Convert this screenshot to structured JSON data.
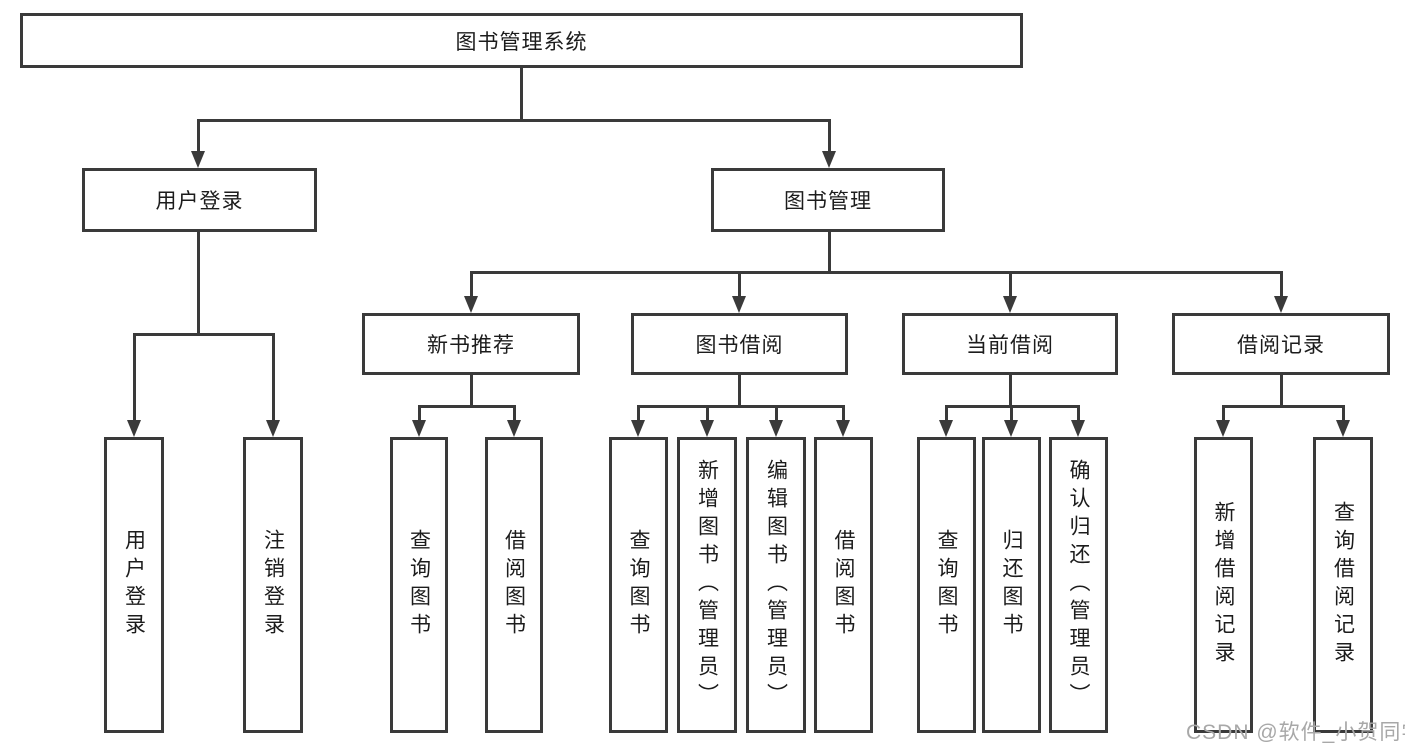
{
  "diagram": {
    "root": {
      "label": "图书管理系统"
    },
    "level2": [
      {
        "label": "用户登录",
        "leaves": [
          "用户登录",
          "注销登录"
        ]
      },
      {
        "label": "图书管理"
      }
    ],
    "level3": [
      {
        "label": "新书推荐",
        "leaves": [
          "查询图书",
          "借阅图书"
        ]
      },
      {
        "label": "图书借阅",
        "leaves": [
          "查询图书",
          "新增图书（管理员）",
          "编辑图书（管理员）",
          "借阅图书"
        ]
      },
      {
        "label": "当前借阅",
        "leaves": [
          "查询图书",
          "归还图书",
          "确认归还（管理员）"
        ]
      },
      {
        "label": "借阅记录",
        "leaves": [
          "新增借阅记录",
          "查询借阅记录"
        ]
      }
    ]
  },
  "watermark": {
    "text": "CSDN @软件_小贺同学"
  },
  "colors": {
    "line": "#3a3a3a",
    "text": "#1c1c1c",
    "watermark": "#a8a8a8",
    "background": "#ffffff"
  }
}
